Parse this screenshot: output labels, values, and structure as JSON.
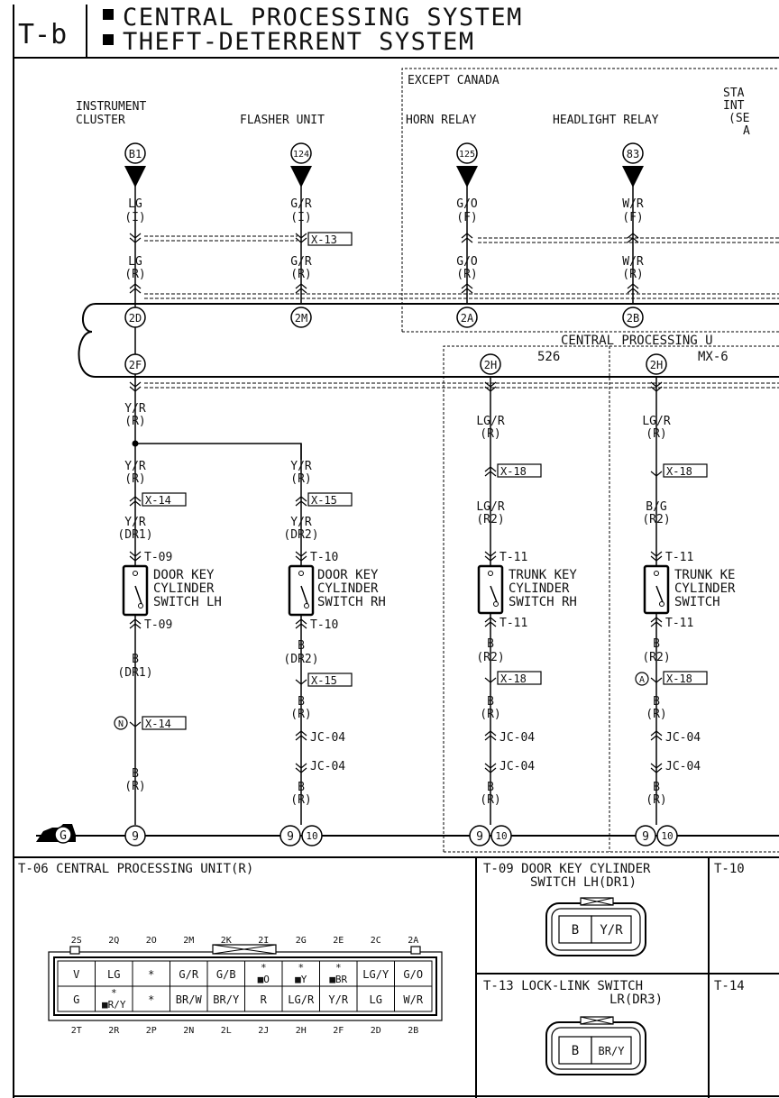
{
  "header": {
    "page_code": "T-b",
    "title_line1": "CENTRAL PROCESSING SYSTEM",
    "title_line2": "THEFT-DETERRENT SYSTEM"
  },
  "regions": {
    "except_canada": "EXCEPT CANADA",
    "cpu_region": "CENTRAL PROCESSING U",
    "model_526": "526",
    "model_mx6": "MX-6",
    "sta_partial": [
      "STA",
      "INT",
      "(SE",
      "A"
    ]
  },
  "components": {
    "instrument_cluster": [
      "INSTRUMENT",
      "CLUSTER"
    ],
    "flasher_unit": "FLASHER UNIT",
    "horn_relay": "HORN RELAY",
    "headlight_relay": "HEADLIGHT RELAY"
  },
  "pins": {
    "c1": "B1",
    "c2": "124",
    "c3": "125",
    "c4": "83",
    "j2d": "2D",
    "j2m": "2M",
    "j2a": "2A",
    "j2b": "2B",
    "j2f": "2F",
    "j2h": "2H",
    "g9": "9",
    "g10": "10",
    "a": "A",
    "n": "N",
    "g": "G"
  },
  "wires": {
    "lg": "LG",
    "gr": "G/R",
    "go": "G/O",
    "wr": "W/R",
    "yr": "Y/R",
    "lgr": "LG/R",
    "bg": "B/G",
    "b": "B",
    "i": "(I)",
    "f": "(F)",
    "r": "(R)",
    "dr1": "(DR1)",
    "dr2": "(DR2)",
    "r2": "(R2)"
  },
  "connectors": {
    "x13": "X-13",
    "x14": "X-14",
    "x15": "X-15",
    "x18": "X-18",
    "t09": "T-09",
    "t10": "T-10",
    "t11": "T-11",
    "jc04": "JC-04"
  },
  "switches": {
    "door_lh": [
      "DOOR KEY",
      "CYLINDER",
      "SWITCH LH"
    ],
    "door_rh": [
      "DOOR KEY",
      "CYLINDER",
      "SWITCH RH"
    ],
    "trunk_rh": [
      "TRUNK KEY",
      "CYLINDER",
      "SWITCH RH"
    ],
    "trunk_mx": [
      "TRUNK KE",
      "CYLINDER",
      "SWITCH"
    ]
  },
  "panels": {
    "t06_title": "T-06 CENTRAL PROCESSING UNIT(R)",
    "t09_title": [
      "T-09 DOOR KEY CYLINDER",
      "SWITCH LH(DR1)"
    ],
    "t13_title": [
      "T-13 LOCK-LINK SWITCH",
      "LR(DR3)"
    ],
    "t10_partial": "T-10",
    "t14_partial": "T-14",
    "t09_pins": [
      "B",
      "Y/R"
    ],
    "t13_pins": [
      "B",
      "BR/Y"
    ]
  },
  "cpu_connector": {
    "top_labels": [
      "2S",
      "2Q",
      "2O",
      "2M",
      "2K",
      "2I",
      "2G",
      "2E",
      "2C",
      "2A"
    ],
    "bottom_labels": [
      "2T",
      "2R",
      "2P",
      "2N",
      "2L",
      "2J",
      "2H",
      "2F",
      "2D",
      "2B"
    ],
    "row1": [
      "V",
      "LG",
      "*",
      "G/R",
      "G/B",
      "*\n■O",
      "*\n■Y",
      "*\n■BR",
      "LG/Y",
      "G/O"
    ],
    "row2": [
      "G",
      "*\n■R/Y",
      "*",
      "BR/W",
      "BR/Y",
      "R",
      "LG/R",
      "Y/R",
      "LG",
      "W/R"
    ]
  }
}
